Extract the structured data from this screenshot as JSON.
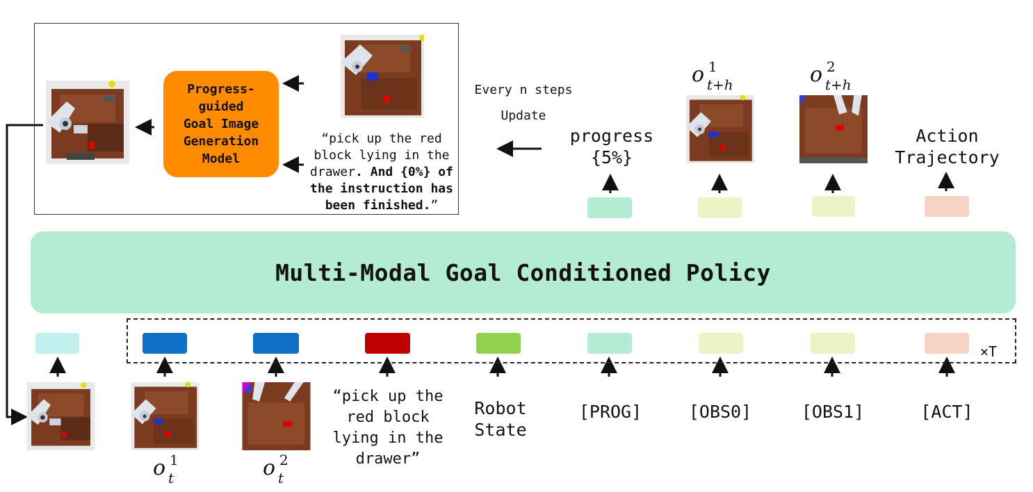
{
  "generator": {
    "model_label": "Progress-\nguided\nGoal Image\nGeneration\nModel",
    "prompt_text_normal": "“pick up the red\nblock lying in the\ndrawer",
    "prompt_text_bold": ". And {0%} of\nthe instruction has\nbeen finished.",
    "prompt_close_quote": "”",
    "every_n_steps": "Every n steps",
    "update": "Update"
  },
  "policy": {
    "title": "Multi-Modal Goal Conditioned Policy"
  },
  "outputs": {
    "progress_label": "progress\n{5%}",
    "obs1_symbol": "o",
    "obs1_sup": "1",
    "obs1_sub": "t+h",
    "obs2_symbol": "o",
    "obs2_sup": "2",
    "obs2_sub": "t+h",
    "action_label": "Action\nTrajectory"
  },
  "inputs": {
    "obs1_symbol": "o",
    "obs1_sup": "1",
    "obs1_sub": "t",
    "obs2_symbol": "o",
    "obs2_sup": "2",
    "obs2_sub": "t",
    "instruction": "“pick up the\nred block\nlying in the\ndrawer”",
    "robot_state": "Robot\nState",
    "prog": "[PROG]",
    "obs0": "[OBS0]",
    "obs1": "[OBS1]",
    "act": "[ACT]",
    "repeat": "×T"
  },
  "colors": {
    "goal_token": "#c2f0ef",
    "obs_token": "#0f6fc6",
    "lang_token": "#c00000",
    "state_token": "#92d050",
    "prog_token": "#b3ecd2",
    "obs_query_token": "#eef3c6",
    "act_token": "#f6d3c4",
    "policy_bar": "#b3ecd2",
    "generator_box": "#ff8c00"
  }
}
